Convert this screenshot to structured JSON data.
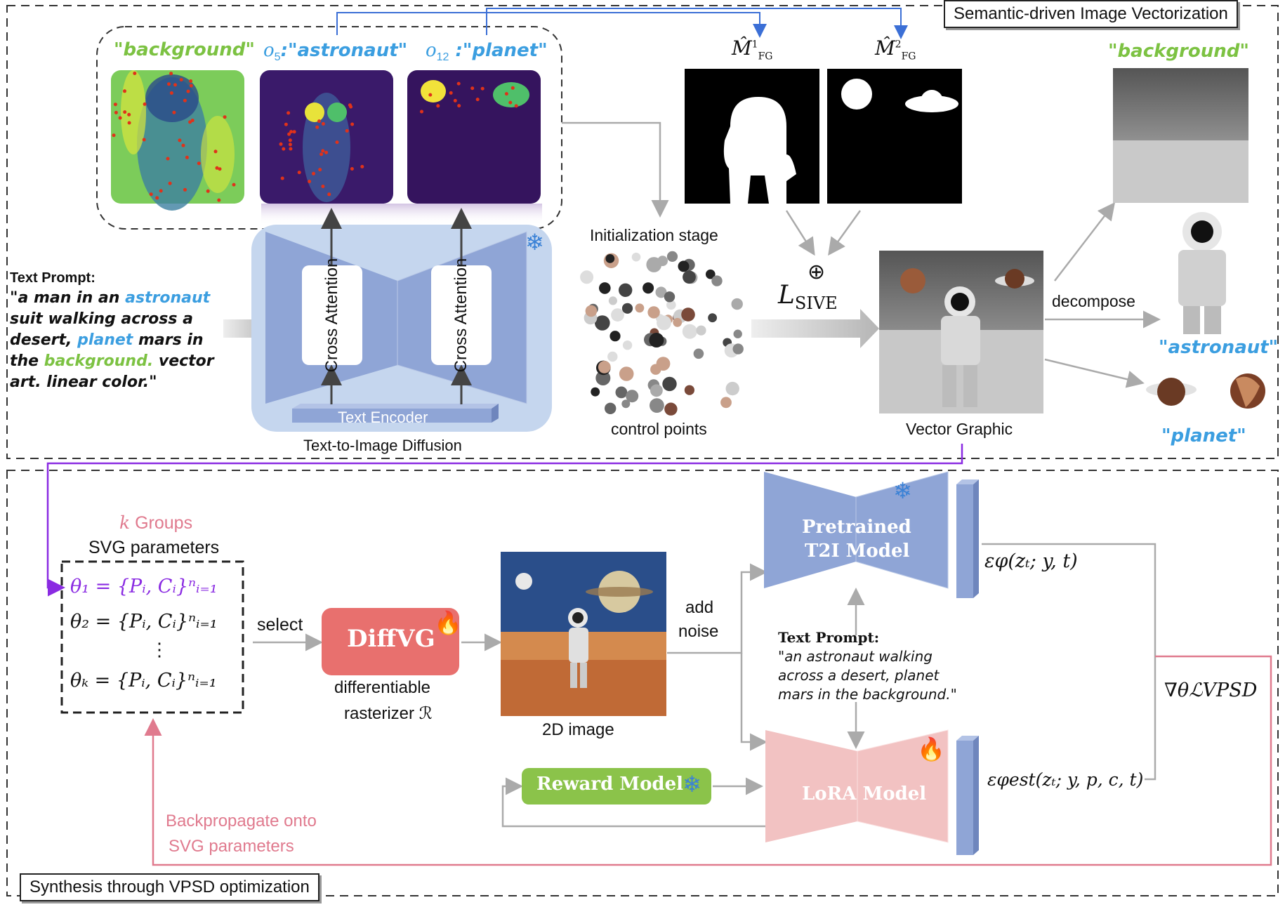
{
  "panels": {
    "top_title": "Semantic-driven Image Vectorization",
    "bottom_title": "Synthesis through VPSD optimization"
  },
  "attention": {
    "background_label": "\"background\"",
    "astronaut_token": "o",
    "astronaut_sub": "5",
    "astronaut_label": ":\"astronaut\"",
    "planet_token": "o",
    "planet_sub": "12",
    "planet_label": " :\"planet\""
  },
  "masks": {
    "m1_main": "M̂",
    "m1_sup": "1",
    "m1_sub": "FG",
    "m2_main": "M̂",
    "m2_sup": "2",
    "m2_sub": "FG"
  },
  "prompt_top": {
    "heading": "Text Prompt:",
    "line1_a": "\"a man in an ",
    "line1_b": "astronaut",
    "line2": "suit walking across a",
    "line3_a": "desert, ",
    "line3_b": "planet",
    "line3_c": " mars in",
    "line4_a": "the ",
    "line4_b": "background.",
    "line4_c": " vector",
    "line5": "art. linear color.\""
  },
  "diffusion": {
    "cross_attention_1": "Cross Attention",
    "cross_attention_2": "Cross Attention",
    "text_encoder": "Text Encoder",
    "caption": "Text-to-Image Diffusion"
  },
  "init": {
    "title": "Initialization stage",
    "caption": "control points"
  },
  "loss": {
    "oplus": "⊕",
    "symbol": "L",
    "sub": "SIVE"
  },
  "vector": {
    "caption": "Vector Graphic",
    "decompose": "decompose",
    "bg_label": "\"background\"",
    "astronaut_label": "\"astronaut\"",
    "planet_label": "\"planet\""
  },
  "groups": {
    "k": "k",
    "groups_word": " Groups",
    "svg_params": "SVG parameters",
    "theta1": "θ₁ = {Pᵢ, Cᵢ}ⁿᵢ₌₁",
    "theta2": "θ₂ = {Pᵢ, Cᵢ}ⁿᵢ₌₁",
    "dots": "⋮",
    "thetak": "θₖ = {Pᵢ, Cᵢ}ⁿᵢ₌₁"
  },
  "pipeline": {
    "select": "select",
    "diffvg": "DiffVG",
    "diffvg_caption_1": "differentiable",
    "diffvg_caption_2": "rasterizer ℛ",
    "image_caption": "2D image",
    "add_noise_1": "add",
    "add_noise_2": "noise",
    "pretrained_1": "Pretrained",
    "pretrained_2": "T2I Model",
    "lora": "LoRA Model",
    "reward": "Reward Model",
    "eps_phi": "εφ(zₜ; y, t)",
    "eps_est": "εφest(zₜ; y, p, c, t)",
    "grad": "∇θℒVPSD",
    "backprop_1": "Backpropagate onto",
    "backprop_2": "SVG parameters"
  },
  "prompt_bottom": {
    "heading": "Text Prompt:",
    "line1": "\"an astronaut walking",
    "line2": "across a desert, planet",
    "line3": "mars in the background.\""
  },
  "colors": {
    "green": "#7cc242",
    "blue": "#3b9ee0",
    "purple": "#8a2be2",
    "pink": "#e07a8e",
    "diffvg": "#e8706e",
    "reward": "#8bc34a",
    "unet_blue": "#8fa5d6",
    "unet_pink": "#f2c2c2",
    "snow": "#3b82d6"
  }
}
